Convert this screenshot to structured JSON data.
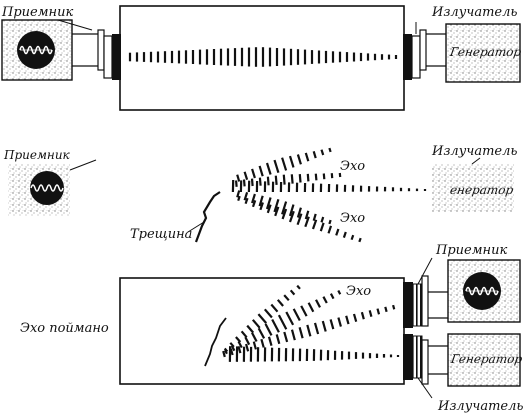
{
  "labels": {
    "receiver": "Приемник",
    "emitter": "Излучатель",
    "generator": "Генератор",
    "generator_partial": "енератор",
    "echo": "Эхо",
    "crack": "Трещина",
    "echo_caught": "Эхо поймано"
  },
  "colors": {
    "ink": "#111111",
    "paper": "#ffffff",
    "stipple": "#8a8a8a"
  },
  "icons": [
    "oscilloscope-screen-icon",
    "transducer-icon",
    "crack-icon"
  ]
}
